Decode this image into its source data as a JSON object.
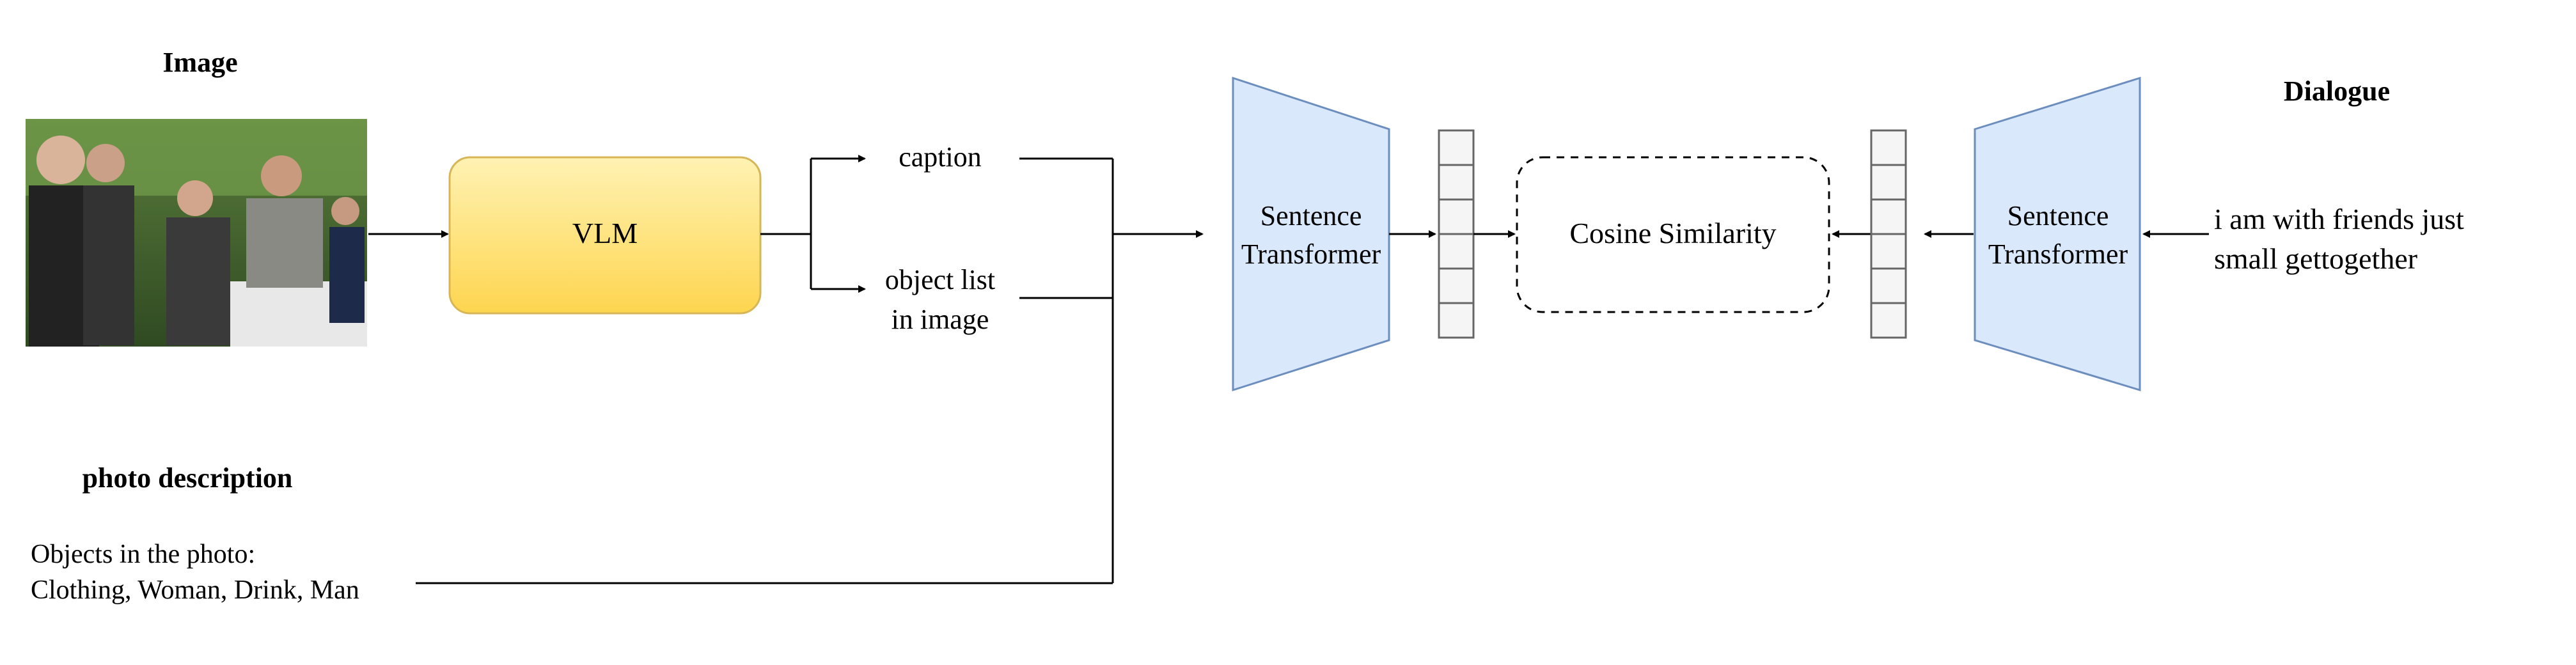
{
  "image_section": {
    "title": "Image",
    "photo_alt_icon": "crowd-photo"
  },
  "vlm": {
    "label": "VLM",
    "fill": "#fde58a",
    "stroke": "#d6b656"
  },
  "outputs": {
    "caption": "caption",
    "object_list_line1": "object list",
    "object_list_line2": "in image"
  },
  "sentence_transformer_left": {
    "line1": "Sentence",
    "line2": "Transformer"
  },
  "sentence_transformer_right": {
    "line1": "Sentence",
    "line2": "Transformer"
  },
  "cosine": {
    "label": "Cosine Similarity"
  },
  "dialogue": {
    "title": "Dialogue",
    "line1": "i am with friends just",
    "line2": "small gettogether"
  },
  "photo_description": {
    "title": "photo description",
    "line1": "Objects in the photo:",
    "line2": "Clothing, Woman, Drink, Man"
  },
  "colors": {
    "transformer_fill": "#dae8fc",
    "transformer_stroke": "#6c8ebf",
    "vector_fill": "#f5f5f5",
    "vector_stroke": "#666666"
  }
}
